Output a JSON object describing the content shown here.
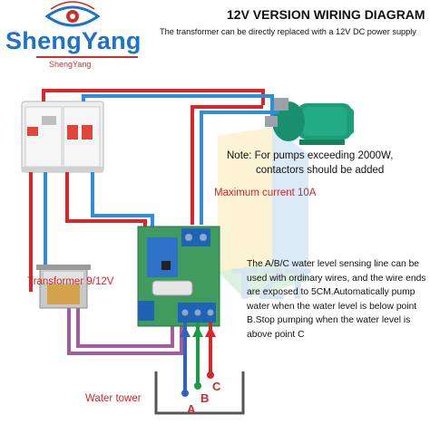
{
  "header": {
    "title": "12V VERSION WIRING DIAGRAM",
    "subtitle": "The transformer can be directly replaced with a 12V DC power supply"
  },
  "brand": {
    "name": "ShengYang",
    "sub": "ShengYang"
  },
  "labels": {
    "note_line1": "Note: For pumps exceeding 2000W,",
    "note_line2": "contactors should be added",
    "max_current": "Maximum current 10A",
    "transformer": "Transformer 9/12V",
    "water_tower": "Water tower",
    "description": "The A/B/C water level sensing line can be used with ordinary wires, and the wire ends are exposed to 5CM.Automatically pump water when the water level is below point B.Stop pumping when the water level is above point C",
    "point_a": "A",
    "point_b": "B",
    "point_c": "C"
  },
  "colors": {
    "red_wire": "#d8262a",
    "blue_wire": "#2f8fd6",
    "purple_wire": "#a35ca0",
    "green_wire": "#1d9a46",
    "board": "#3f9b5e",
    "terminal": "#1f63b4",
    "brand": "#1e73c8"
  },
  "icons": [
    "eye-logo-icon",
    "breaker-icon",
    "pump-icon",
    "relay-board-icon",
    "transformer-icon",
    "watermark-logo-icon"
  ]
}
